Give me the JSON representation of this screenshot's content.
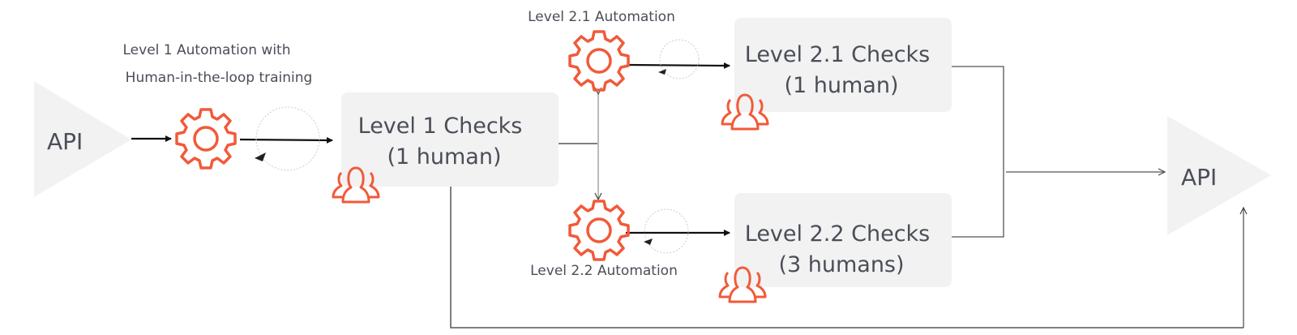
{
  "diagram": {
    "colors": {
      "accent": "#f15a3a",
      "box_fill": "#f2f2f2",
      "text": "#4a4e57",
      "arrow": "#111111",
      "connector": "#555555"
    },
    "source_api": {
      "label": "API"
    },
    "target_api": {
      "label": "API"
    },
    "level1_automation": {
      "line1": "Level 1 Automation with",
      "line2": "Human-in-the-loop training",
      "icon": "gear-icon"
    },
    "level1_checks": {
      "line1": "Level 1 Checks",
      "line2": "(1 human)",
      "icon": "people-icon"
    },
    "level21_automation": {
      "label": "Level 2.1 Automation",
      "icon": "gear-icon"
    },
    "level21_checks": {
      "line1": "Level 2.1 Checks",
      "line2": "(1 human)",
      "icon": "people-icon"
    },
    "level22_automation": {
      "label": "Level 2.2 Automation",
      "icon": "gear-icon"
    },
    "level22_checks": {
      "line1": "Level 2.2 Checks",
      "line2": "(3 humans)",
      "icon": "people-icon"
    }
  }
}
